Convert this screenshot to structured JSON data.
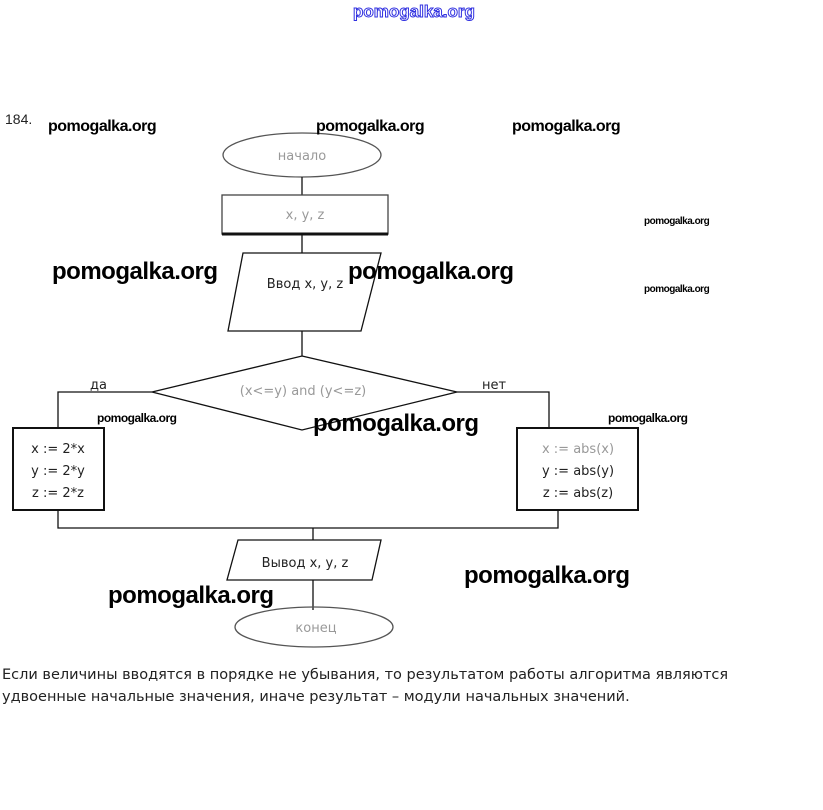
{
  "header_link": "pomogalka.org",
  "task_number": "184.",
  "watermarks": [
    "pomogalka.org",
    "pomogalka.org",
    "pomogalka.org",
    "pomogalka.org",
    "pomogalka.org",
    "pomogalka.org",
    "pomogalka.org",
    "pomogalka.org",
    "pomogalka.org",
    "pomogalka.org",
    "pomogalka.org",
    "pomogalka.org"
  ],
  "flowchart": {
    "start": "начало",
    "declare": "x, y, z",
    "input": "Ввод x, y, z",
    "condition": "(x<=y) and (y<=z)",
    "yes_label": "да",
    "no_label": "нет",
    "yes_branch": [
      "x := 2*x",
      "y := 2*y",
      "z := 2*z"
    ],
    "no_branch": [
      "x := abs(x)",
      "y := abs(y)",
      "z := abs(z)"
    ],
    "output": "Вывод x, y, z",
    "end": "конец"
  },
  "answer": {
    "line1": "Если величины вводятся в порядке не убывания, то результатом работы алгоритма являются",
    "line2": "удвоенные начальные значения, иначе результат – модули начальных значений."
  }
}
